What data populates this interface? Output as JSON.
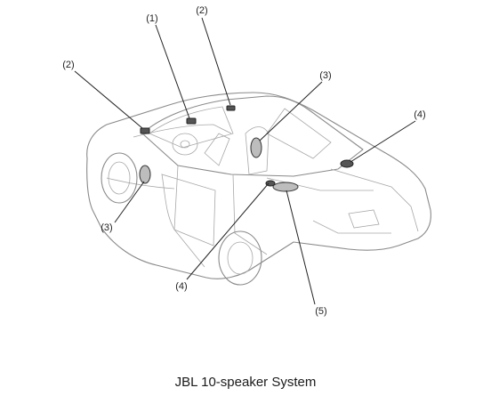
{
  "caption": "JBL 10-speaker System",
  "callouts": [
    {
      "id": "c1",
      "label": "(1)"
    },
    {
      "id": "c2a",
      "label": "(2)"
    },
    {
      "id": "c2b",
      "label": "(2)"
    },
    {
      "id": "c3a",
      "label": "(3)"
    },
    {
      "id": "c3b",
      "label": "(3)"
    },
    {
      "id": "c4a",
      "label": "(4)"
    },
    {
      "id": "c4b",
      "label": "(4)"
    },
    {
      "id": "c5",
      "label": "(5)"
    }
  ]
}
